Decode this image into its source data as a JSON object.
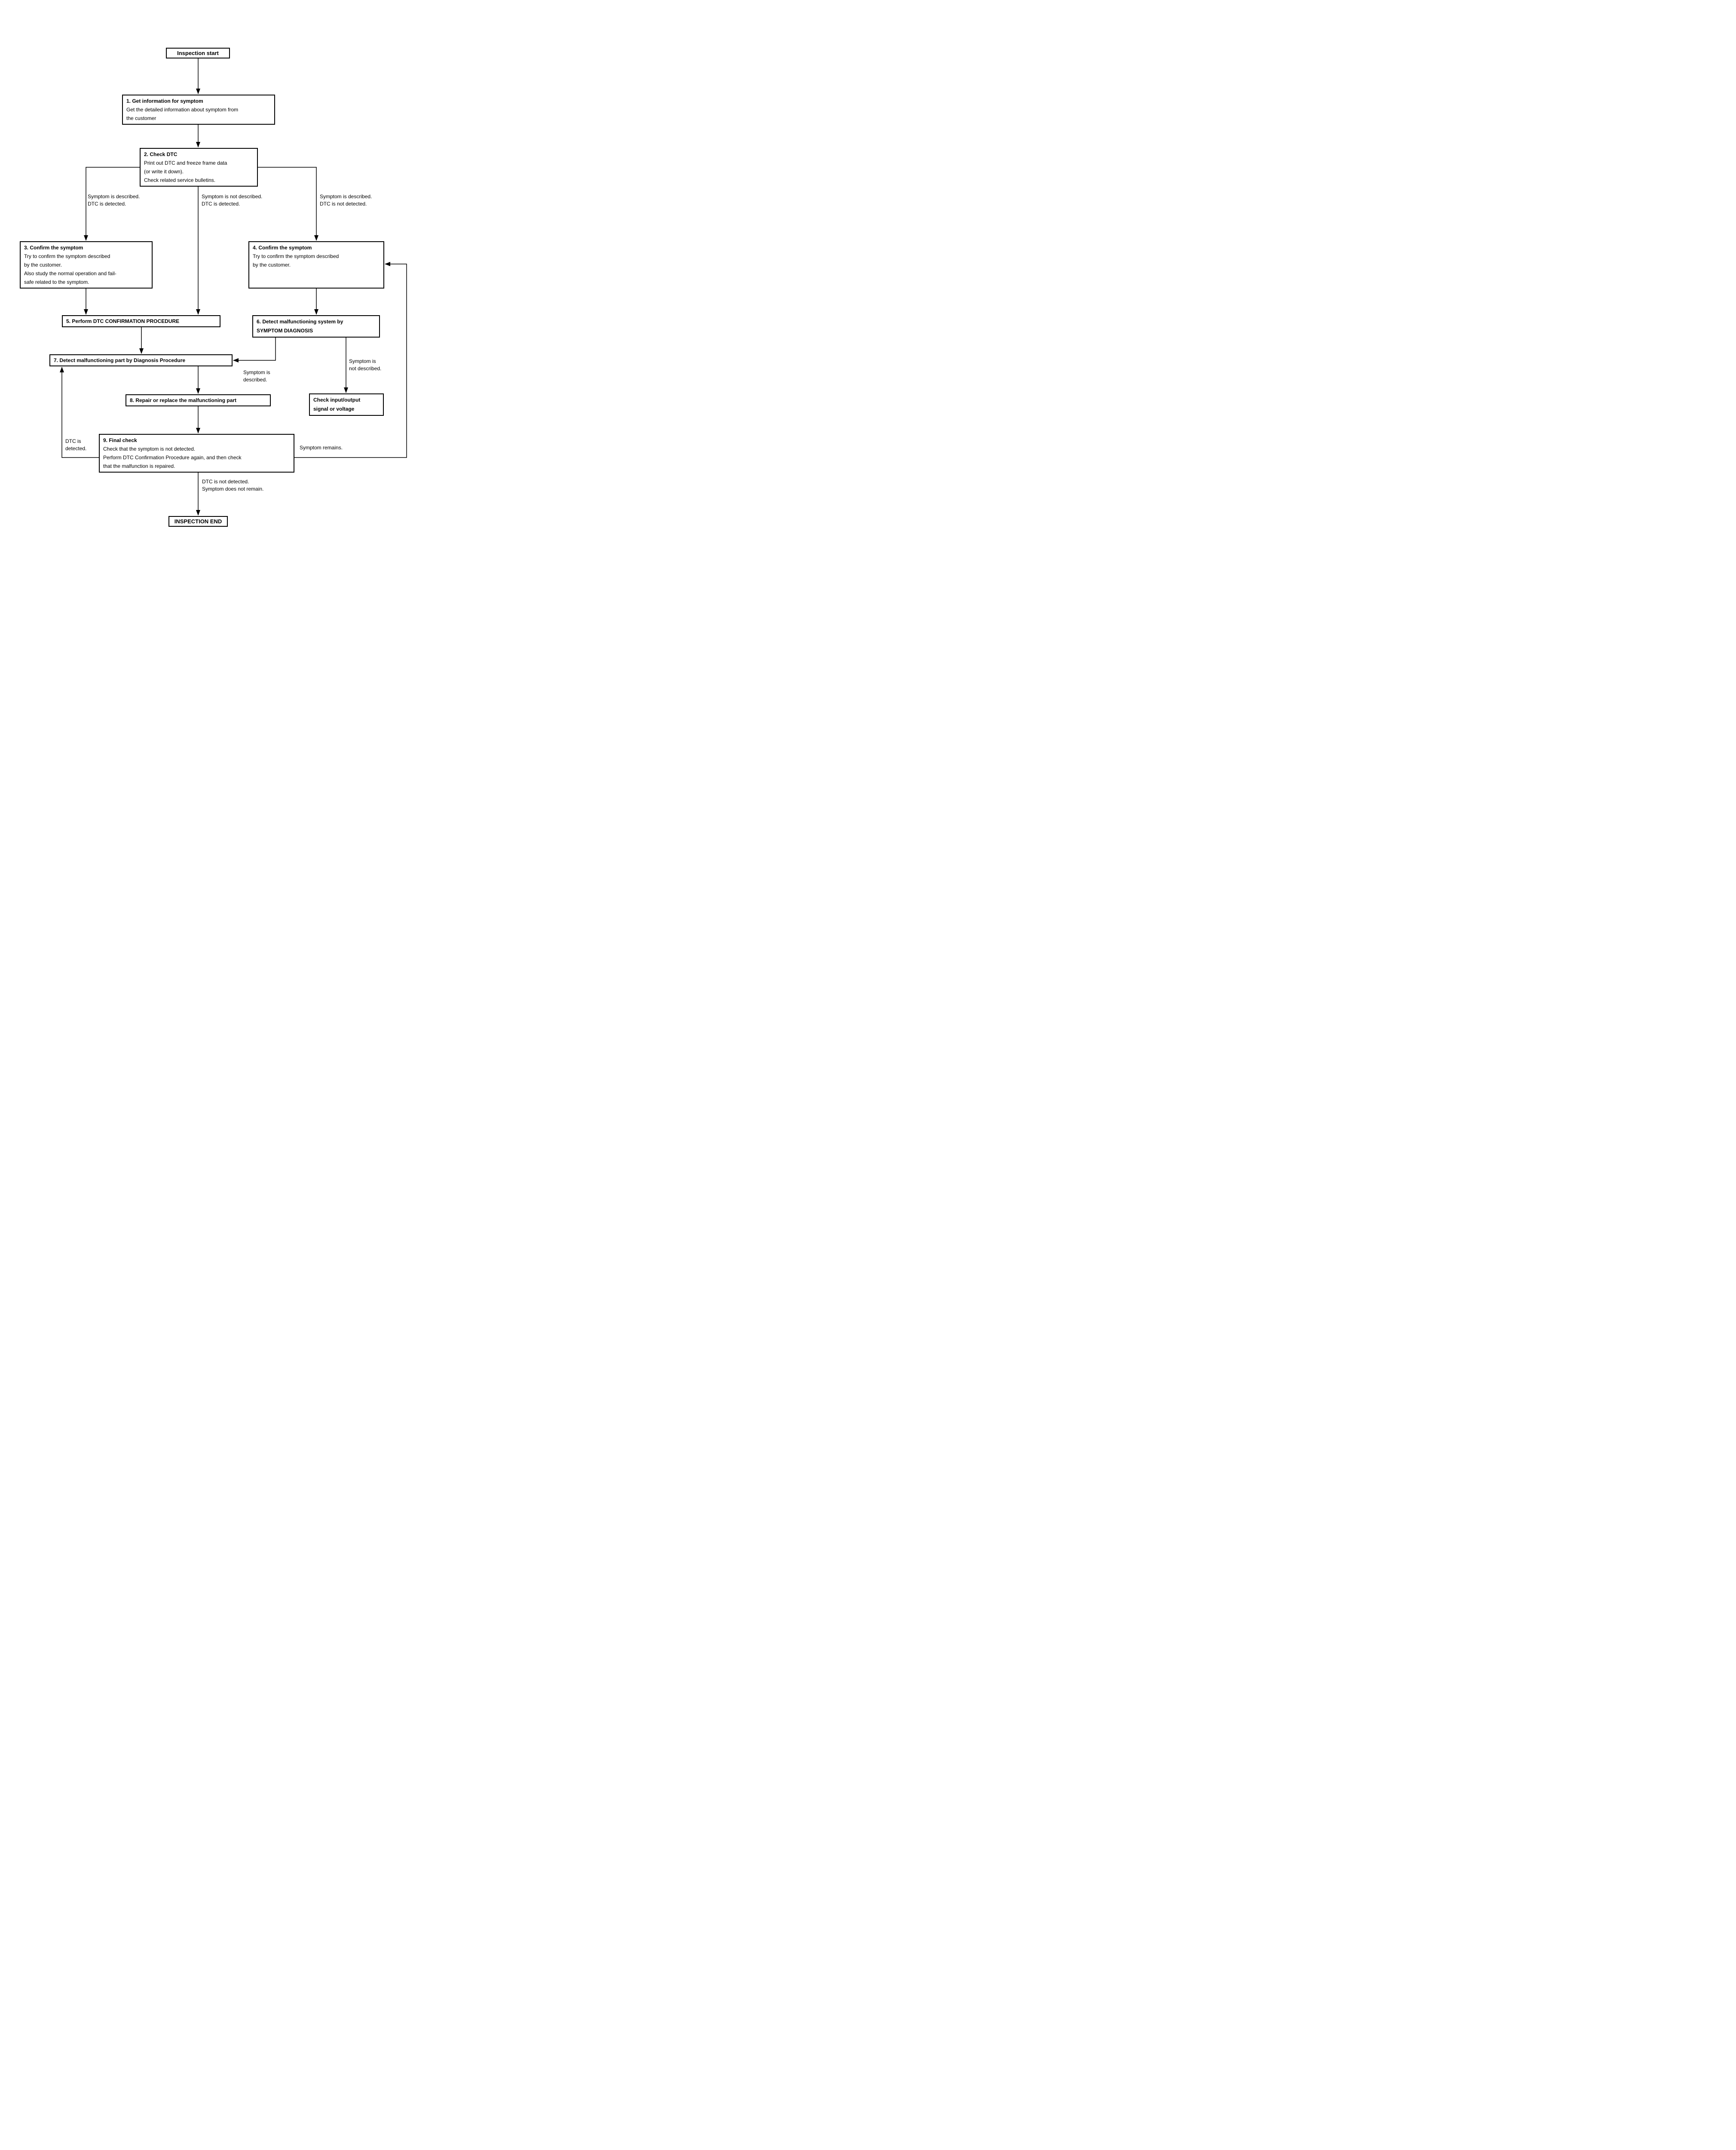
{
  "diagram": {
    "colors": {
      "line": "#000000",
      "background": "#ffffff",
      "box_background": "#ffffff"
    },
    "nodes": {
      "start": {
        "label": "Inspection start"
      },
      "step1": {
        "title": "1. Get information for symptom",
        "body": "Get the detailed information about symptom from\nthe customer"
      },
      "step2": {
        "title": "2. Check DTC",
        "body": "Print out DTC and freeze frame data\n(or write it down).\nCheck related service bulletins."
      },
      "step3": {
        "title": "3. Confirm the symptom",
        "body": "Try to confirm the symptom described\nby the customer.\nAlso study the normal operation and fail-\nsafe related to the symptom."
      },
      "step4": {
        "title": "4. Confirm the symptom",
        "body": "Try to confirm the symptom described\nby the customer."
      },
      "step5": {
        "title": "5. Perform DTC CONFIRMATION PROCEDURE"
      },
      "step6": {
        "title": "6. Detect malfunctioning system by\nSYMPTOM DIAGNOSIS"
      },
      "step7": {
        "title": "7. Detect malfunctioning part by Diagnosis Procedure"
      },
      "step8": {
        "title": "8. Repair or replace the malfunctioning part"
      },
      "step9": {
        "title": "9. Final check",
        "body": "Check that the symptom is not detected.\nPerform DTC Confirmation Procedure again, and then check\nthat the malfunction is repaired."
      },
      "check_io": {
        "title": "Check input/output\nsignal or voltage"
      },
      "end": {
        "label": "INSPECTION END"
      }
    },
    "edge_labels": {
      "branch_left": "Symptom is described.\nDTC is detected.",
      "branch_middle": "Symptom is not described.\nDTC is detected.",
      "branch_right": "Symptom is described.\nDTC is not detected.",
      "to_step7": "Symptom is\ndescribed.",
      "to_check_io": "Symptom is\nnot described.",
      "dtc_detected": "DTC is\ndetected.",
      "symptom_remains": "Symptom remains.",
      "end_condition": "DTC is not detected.\nSymptom does not remain."
    }
  }
}
